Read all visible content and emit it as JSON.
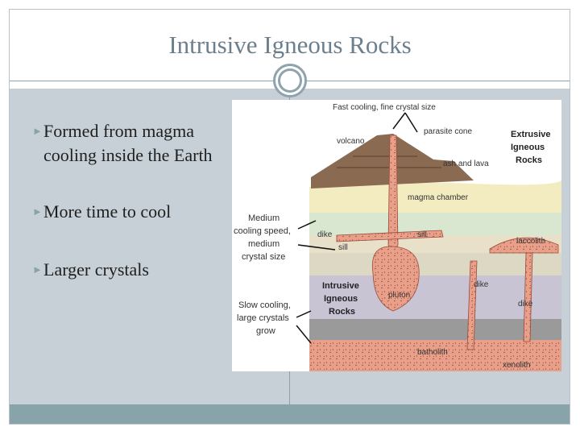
{
  "slide": {
    "title": "Intrusive Igneous Rocks",
    "bullets": [
      {
        "text": "Formed from magma cooling inside the Earth"
      },
      {
        "text": "More time to cool"
      },
      {
        "text": "Larger crystals"
      }
    ]
  },
  "diagram": {
    "labels": {
      "fast_cooling": "Fast cooling, fine crystal size",
      "volcano": "volcano",
      "parasite_cone": "parasite cone",
      "extrusive_1": "Extrusive",
      "extrusive_2": "Igneous",
      "extrusive_3": "Rocks",
      "ash_lava": "ash and lava",
      "magma_chamber": "magma chamber",
      "medium_1": "Medium",
      "medium_2": "cooling speed,",
      "medium_3": "medium",
      "medium_4": "crystal size",
      "dike_left": "dike",
      "sill_left": "sill",
      "sill_right": "sill",
      "laccolith": "laccolith",
      "intrusive_1": "Intrusive",
      "intrusive_2": "Igneous",
      "intrusive_3": "Rocks",
      "dike_center": "dike",
      "pluton": "pluton",
      "dike_right": "dike",
      "slow_1": "Slow cooling,",
      "slow_2": "large crystals",
      "slow_3": "grow",
      "batholith": "batholith",
      "xenolith": "xenolith"
    }
  },
  "colors": {
    "title": "#6d7f8c",
    "content_bg": "#c6d0d6",
    "footer": "#88a3a9",
    "magma": "#e9a08a",
    "volcano": "#8b6a52"
  }
}
